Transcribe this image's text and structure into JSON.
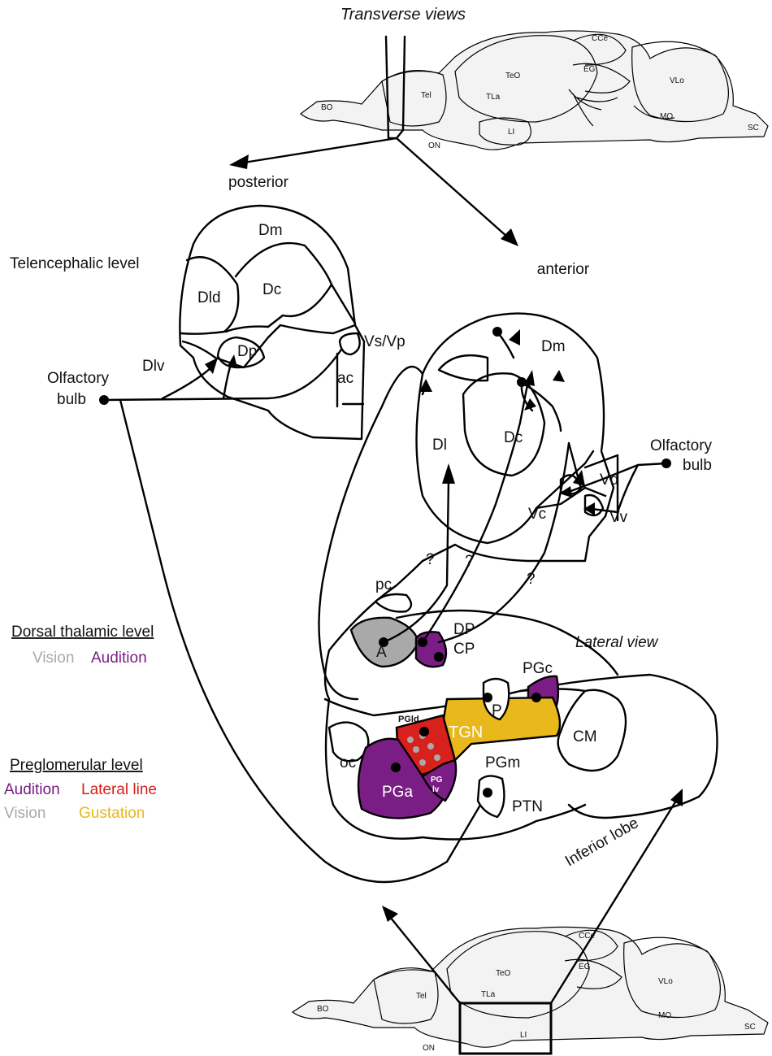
{
  "header": {
    "transverse": "Transverse views"
  },
  "directions": {
    "posterior": "posterior",
    "anterior": "anterior"
  },
  "brain_labels": [
    "TeO",
    "CCe",
    "EG",
    "VLo",
    "Tel",
    "TLa",
    "BO",
    "MO",
    "SC",
    "LI",
    "ON"
  ],
  "telencephalic": {
    "title": "Telencephalic level",
    "olfactory": "Olfactory",
    "bulb": "bulb",
    "regions": {
      "dm": "Dm",
      "dld": "Dld",
      "dc": "Dc",
      "dp": "Dp",
      "dlv": "Dlv",
      "vsvp": "Vs/Vp",
      "ac": "ac"
    }
  },
  "lateral": {
    "title": "Lateral view",
    "olfactory": "Olfactory",
    "bulb": "bulb",
    "inferior_lobe": "Inferior lobe",
    "regions": {
      "dm": "Dm",
      "dc": "Dc",
      "dl": "Dl",
      "vd": "Vd",
      "vc": "Vc",
      "vv": "Vv",
      "pc": "pc",
      "a": "A",
      "dp": "DP",
      "cp": "CP",
      "pgc": "PGc",
      "p": "P",
      "tgn": "TGN",
      "cm": "CM",
      "pgld": "PGld",
      "oc": "oc",
      "pga": "PGa",
      "pglv1": "PG",
      "pglv2": "lv",
      "pgm": "PGm",
      "ptn": "PTN"
    },
    "questions": [
      "?",
      "?",
      "?"
    ]
  },
  "legend": {
    "dorsal": {
      "title": "Dorsal thalamic level",
      "vision": "Vision",
      "audition": "Audition"
    },
    "preglomerular": {
      "title": "Preglomerular level",
      "audition": "Audition",
      "lateral_line": "Lateral line",
      "vision": "Vision",
      "gustation": "Gustation"
    }
  },
  "colors": {
    "audition": "#7a1d84",
    "lateral_line": "#d8201c",
    "vision": "#a9a9a9",
    "gustation": "#e9b81c",
    "outline": "#000000"
  }
}
